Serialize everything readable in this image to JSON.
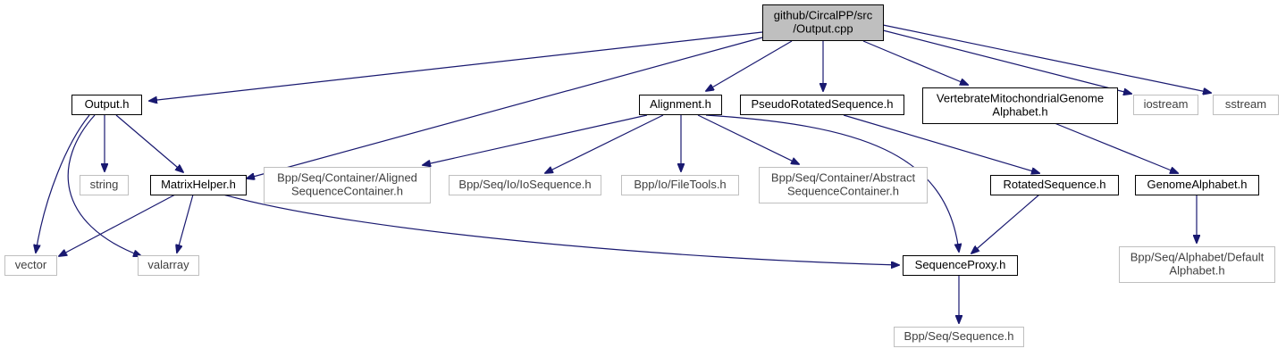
{
  "colors": {
    "edge": "#191970",
    "root_fill": "#bfbfbf",
    "local_border": "#000000",
    "system_border": "#bfbfbf",
    "local_text": "#000000",
    "system_text": "#404040"
  },
  "nodes": [
    {
      "id": "output_cpp",
      "lines": [
        "github/CircalPP/src",
        "/Output.cpp"
      ],
      "kind": "root"
    },
    {
      "id": "output_h",
      "lines": [
        "Output.h"
      ],
      "kind": "local"
    },
    {
      "id": "alignment_h",
      "lines": [
        "Alignment.h"
      ],
      "kind": "local"
    },
    {
      "id": "pseudo_rotated_h",
      "lines": [
        "PseudoRotatedSequence.h"
      ],
      "kind": "local"
    },
    {
      "id": "vertebrate_h",
      "lines": [
        "VertebrateMitochondrialGenome",
        "Alphabet.h"
      ],
      "kind": "local"
    },
    {
      "id": "iostream",
      "lines": [
        "iostream"
      ],
      "kind": "system"
    },
    {
      "id": "sstream",
      "lines": [
        "sstream"
      ],
      "kind": "system"
    },
    {
      "id": "string",
      "lines": [
        "string"
      ],
      "kind": "system"
    },
    {
      "id": "matrix_helper_h",
      "lines": [
        "MatrixHelper.h"
      ],
      "kind": "local"
    },
    {
      "id": "aligned_container_h",
      "lines": [
        "Bpp/Seq/Container/Aligned",
        "SequenceContainer.h"
      ],
      "kind": "system"
    },
    {
      "id": "io_sequence_h",
      "lines": [
        "Bpp/Seq/Io/IoSequence.h"
      ],
      "kind": "system"
    },
    {
      "id": "file_tools_h",
      "lines": [
        "Bpp/Io/FileTools.h"
      ],
      "kind": "system"
    },
    {
      "id": "abstract_container_h",
      "lines": [
        "Bpp/Seq/Container/Abstract",
        "SequenceContainer.h"
      ],
      "kind": "system"
    },
    {
      "id": "rotated_sequence_h",
      "lines": [
        "RotatedSequence.h"
      ],
      "kind": "local"
    },
    {
      "id": "genome_alphabet_h",
      "lines": [
        "GenomeAlphabet.h"
      ],
      "kind": "local"
    },
    {
      "id": "vector",
      "lines": [
        "vector"
      ],
      "kind": "system"
    },
    {
      "id": "valarray",
      "lines": [
        "valarray"
      ],
      "kind": "system"
    },
    {
      "id": "sequence_proxy_h",
      "lines": [
        "SequenceProxy.h"
      ],
      "kind": "local"
    },
    {
      "id": "default_alphabet_h",
      "lines": [
        "Bpp/Seq/Alphabet/Default",
        "Alphabet.h"
      ],
      "kind": "system"
    },
    {
      "id": "sequence_h",
      "lines": [
        "Bpp/Seq/Sequence.h"
      ],
      "kind": "system"
    }
  ],
  "edges": [
    {
      "from": "output_cpp",
      "to": "output_h"
    },
    {
      "from": "output_cpp",
      "to": "matrix_helper_h"
    },
    {
      "from": "output_cpp",
      "to": "alignment_h"
    },
    {
      "from": "output_cpp",
      "to": "pseudo_rotated_h"
    },
    {
      "from": "output_cpp",
      "to": "vertebrate_h"
    },
    {
      "from": "output_cpp",
      "to": "iostream"
    },
    {
      "from": "output_cpp",
      "to": "sstream"
    },
    {
      "from": "output_h",
      "to": "string"
    },
    {
      "from": "output_h",
      "to": "matrix_helper_h"
    },
    {
      "from": "output_h",
      "to": "vector"
    },
    {
      "from": "output_h",
      "to": "valarray"
    },
    {
      "from": "matrix_helper_h",
      "to": "vector"
    },
    {
      "from": "matrix_helper_h",
      "to": "valarray"
    },
    {
      "from": "matrix_helper_h",
      "to": "sequence_proxy_h"
    },
    {
      "from": "alignment_h",
      "to": "aligned_container_h"
    },
    {
      "from": "alignment_h",
      "to": "io_sequence_h"
    },
    {
      "from": "alignment_h",
      "to": "file_tools_h"
    },
    {
      "from": "alignment_h",
      "to": "abstract_container_h"
    },
    {
      "from": "alignment_h",
      "to": "sequence_proxy_h"
    },
    {
      "from": "pseudo_rotated_h",
      "to": "rotated_sequence_h"
    },
    {
      "from": "rotated_sequence_h",
      "to": "sequence_proxy_h"
    },
    {
      "from": "vertebrate_h",
      "to": "genome_alphabet_h"
    },
    {
      "from": "genome_alphabet_h",
      "to": "default_alphabet_h"
    },
    {
      "from": "sequence_proxy_h",
      "to": "sequence_h"
    }
  ]
}
